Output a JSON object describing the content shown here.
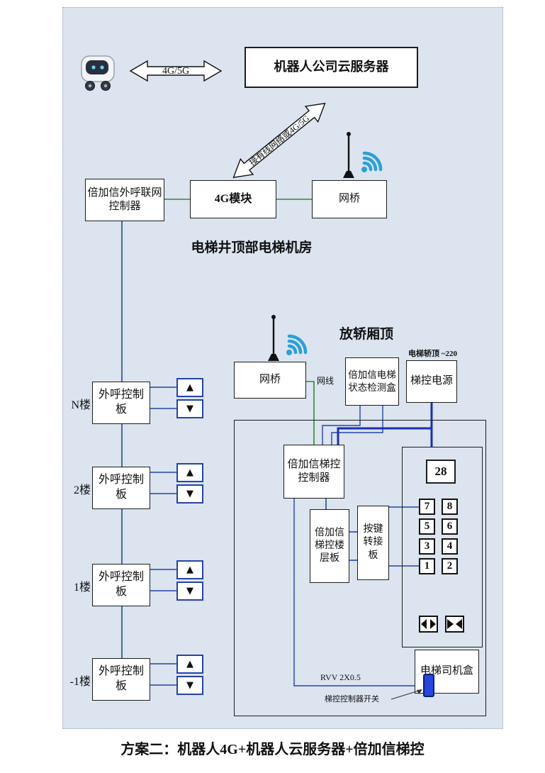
{
  "caption": "方案二：机器人4G+机器人云服务器+倍加信梯控",
  "top": {
    "robot_icon": "robot-icon",
    "link_label": "4G/5G",
    "cloud_server_label": "机器人公司云服务器",
    "diagonal_link_label": "接有线网络或4G/5G"
  },
  "machine_room": {
    "section_label": "电梯井顶部电梯机房",
    "outcall_controller_label": "倍加信外呼联网控制器",
    "module_4g_label": "4G模块",
    "bridge_label": "网桥",
    "antenna_icon": "antenna-wifi-icon"
  },
  "car_top": {
    "section_label": "放轿厢顶",
    "bridge_label": "网桥",
    "cable_label": "网线",
    "status_box_label": "倍加信电梯状态检测盒",
    "power_label": "梯控电源",
    "power_note": "电梯轿顶 ~220",
    "antenna_icon": "antenna-wifi-icon"
  },
  "control_panel": {
    "controller_label": "倍加信梯控控制器",
    "floor_board_label": "倍加信梯控楼层板",
    "key_adapter_label": "按键转接板",
    "display_value": "28",
    "buttons": [
      "7",
      "8",
      "5",
      "6",
      "3",
      "4",
      "1",
      "2"
    ],
    "door_open_icon": "door-open-icon",
    "door_close_icon": "door-close-icon",
    "driver_box_label": "电梯司机盒",
    "cable_note": "RVV 2X0.5",
    "switch_note": "梯控控制器开关",
    "switch_icon": "power-switch-icon"
  },
  "floors": [
    {
      "label": "N楼",
      "board_label": "外呼控制板"
    },
    {
      "label": "2楼",
      "board_label": "外呼控制板"
    },
    {
      "label": "1楼",
      "board_label": "外呼控制板"
    },
    {
      "label": "-1楼",
      "board_label": "外呼控制板"
    }
  ],
  "icons": {
    "up_arrow": "▲",
    "down_arrow": "▼"
  },
  "colors": {
    "panel_bg": "#dbe4ef",
    "line_blue": "#2543a8",
    "line_blue_thick": "#1a2fb0",
    "line_green": "#2e8b2e",
    "wifi_blue": "#2b9fd8",
    "switch_blue": "#2746df"
  }
}
